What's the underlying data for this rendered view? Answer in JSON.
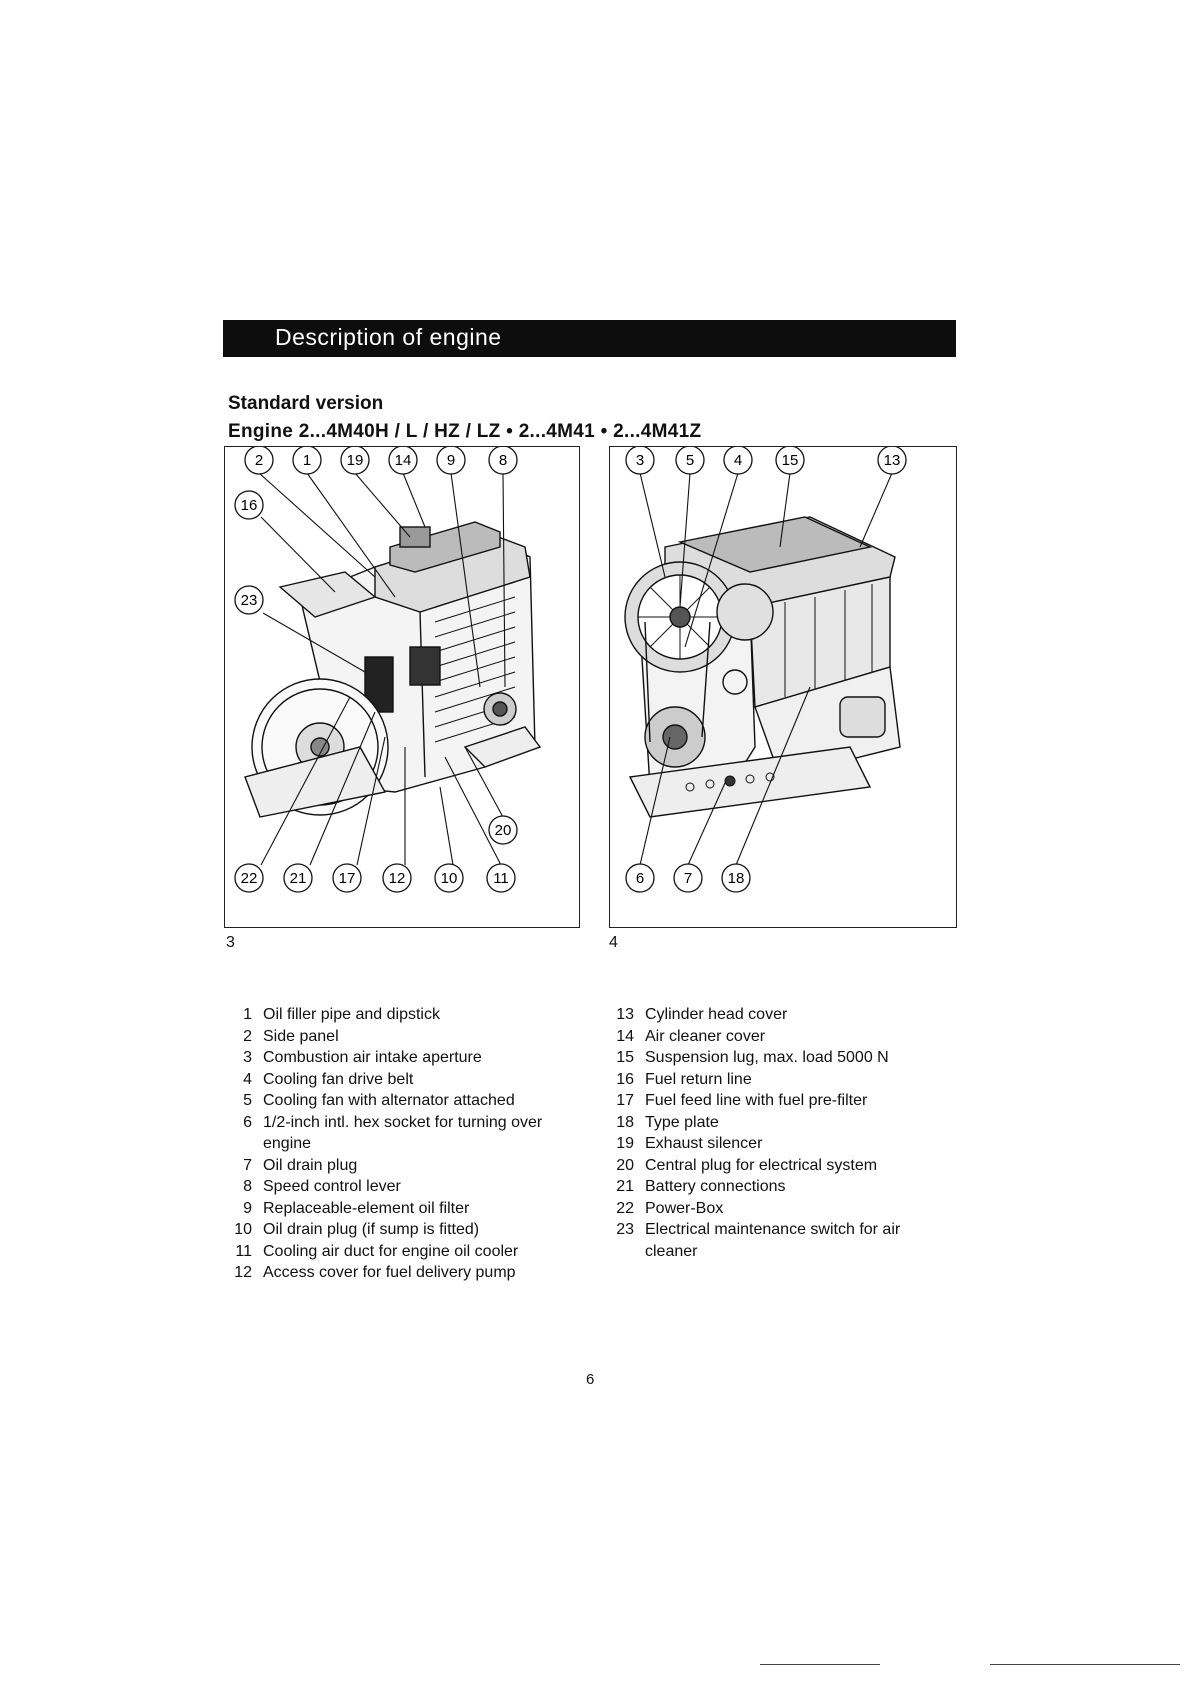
{
  "banner": {
    "title": "Description of engine"
  },
  "heading": {
    "line1": "Standard version",
    "line2": "Engine 2...4M40H / L / HZ / LZ  •  2...4M41  •  2...4M41Z"
  },
  "figure3": {
    "caption": "3",
    "callouts": [
      "2",
      "1",
      "19",
      "14",
      "9",
      "8",
      "16",
      "23",
      "20",
      "22",
      "21",
      "17",
      "12",
      "10",
      "11"
    ]
  },
  "figure4": {
    "caption": "4",
    "callouts": [
      "3",
      "5",
      "4",
      "15",
      "13",
      "6",
      "7",
      "18"
    ]
  },
  "legend_left": [
    {
      "num": "1",
      "text": "Oil filler pipe and dipstick"
    },
    {
      "num": "2",
      "text": "Side panel"
    },
    {
      "num": "3",
      "text": "Combustion air intake aperture"
    },
    {
      "num": "4",
      "text": "Cooling fan drive belt"
    },
    {
      "num": "5",
      "text": "Cooling fan with alternator attached"
    },
    {
      "num": "6",
      "text": "1/2-inch intl. hex socket for turning over engine"
    },
    {
      "num": "7",
      "text": "Oil drain plug"
    },
    {
      "num": "8",
      "text": "Speed control lever"
    },
    {
      "num": "9",
      "text": "Replaceable-element oil filter"
    },
    {
      "num": "10",
      "text": "Oil drain plug (if sump is fitted)"
    },
    {
      "num": "11",
      "text": "Cooling air duct for engine oil cooler"
    },
    {
      "num": "12",
      "text": "Access cover for fuel delivery pump"
    }
  ],
  "legend_right": [
    {
      "num": "13",
      "text": "Cylinder head cover"
    },
    {
      "num": "14",
      "text": "Air cleaner cover"
    },
    {
      "num": "15",
      "text": "Suspension lug, max. load 5000 N"
    },
    {
      "num": "16",
      "text": "Fuel return line"
    },
    {
      "num": "17",
      "text": "Fuel feed line with fuel pre-filter"
    },
    {
      "num": "18",
      "text": "Type plate"
    },
    {
      "num": "19",
      "text": "Exhaust silencer"
    },
    {
      "num": "20",
      "text": "Central plug for electrical system"
    },
    {
      "num": "21",
      "text": "Battery connections"
    },
    {
      "num": "22",
      "text": "Power-Box"
    },
    {
      "num": "23",
      "text": "Electrical maintenance switch for air cleaner"
    }
  ],
  "page_number": "6"
}
